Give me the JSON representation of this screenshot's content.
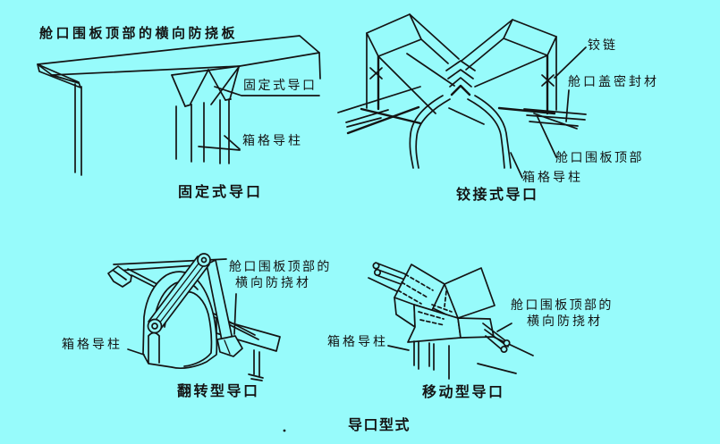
{
  "colors": {
    "background": "#97fbfb",
    "ink": "#141414"
  },
  "figure_caption": "导口型式",
  "fixed": {
    "caption": "固定式导口",
    "stiffener_plate_label": "舱口围板顶部的横向防挠板",
    "guide_label": "固定式导口",
    "cell_guide_label": "箱格导柱"
  },
  "hinged": {
    "caption": "铰接式导口",
    "hinge_label": "铰链",
    "hatch_cover_seal_label": "舱口盖密封材",
    "coaming_top_label": "舱口围板顶部",
    "cell_guide_label": "箱格导柱"
  },
  "flip": {
    "caption": "翻转型导口",
    "stiffener_label_line1": "舱口围板顶部的",
    "stiffener_label_line2": "横向防挠材",
    "cell_guide_label": "箱格导柱"
  },
  "movable": {
    "caption": "移动型导口",
    "stiffener_label_line1": "舱口围板顶部的",
    "stiffener_label_line2": "横向防挠材",
    "cell_guide_label": "箱格导柱"
  }
}
